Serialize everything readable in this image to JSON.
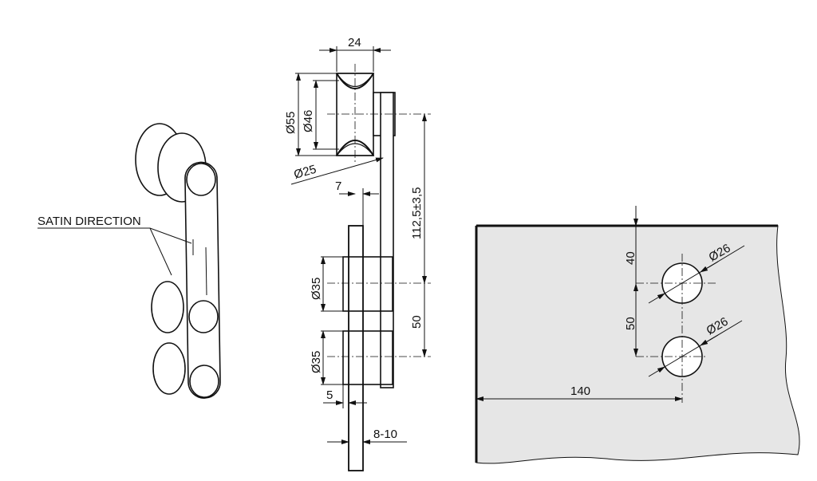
{
  "labels": {
    "satin_direction": "SATIN DIRECTION"
  },
  "side_view_dimensions": {
    "width": "24",
    "outer_diameter": "Ø55",
    "groove_diameter": "Ø46",
    "groove_radius": "Ø25",
    "offset": "7",
    "height": "112,5±3,5",
    "lower_wheel_1": "Ø35",
    "lower_wheel_2": "Ø35",
    "wheel_spacing": "50",
    "gap": "5",
    "glass_thickness": "8-10"
  },
  "glass_dimensions": {
    "top_offset": "40",
    "hole_spacing": "50",
    "edge_offset": "140",
    "hole_1_diameter": "Ø26",
    "hole_2_diameter": "Ø26"
  },
  "colors": {
    "glass_fill": "#e6e6e6",
    "line": "#111111"
  }
}
